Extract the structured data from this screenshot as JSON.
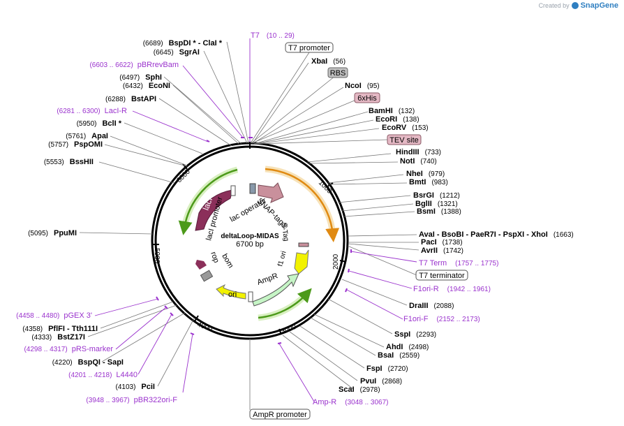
{
  "branding": {
    "created_by": "Created by",
    "product": "SnapGene"
  },
  "plasmid": {
    "name": "deltaLoop-MIDAS",
    "size_label": "6700 bp",
    "length": 6700
  },
  "ticks": [
    "1000",
    "2000",
    "3000",
    "4000",
    "5000",
    "6000"
  ],
  "enzymes_right": [
    {
      "name": "XbaI",
      "pos": "(56)"
    },
    {
      "name": "NcoI",
      "pos": "(95)"
    },
    {
      "name": "BamHI",
      "pos": "(132)"
    },
    {
      "name": "EcoRI",
      "pos": "(138)"
    },
    {
      "name": "EcoRV",
      "pos": "(153)"
    },
    {
      "name": "HindIII",
      "pos": "(733)"
    },
    {
      "name": "NotI",
      "pos": "(740)"
    },
    {
      "name": "NheI",
      "pos": "(979)"
    },
    {
      "name": "BmtI",
      "pos": "(983)"
    },
    {
      "name": "BsrGI",
      "pos": "(1212)"
    },
    {
      "name": "BglII",
      "pos": "(1321)"
    },
    {
      "name": "BsmI",
      "pos": "(1388)"
    },
    {
      "name": "AvaI - BsoBI - PaeR7I - PspXI - XhoI",
      "pos": "(1663)"
    },
    {
      "name": "PacI",
      "pos": "(1738)"
    },
    {
      "name": "AvrII",
      "pos": "(1742)"
    },
    {
      "name": "DraIII",
      "pos": "(2088)"
    },
    {
      "name": "SspI",
      "pos": "(2293)"
    },
    {
      "name": "AhdI",
      "pos": "(2498)"
    },
    {
      "name": "BsaI",
      "pos": "(2559)"
    },
    {
      "name": "FspI",
      "pos": "(2720)"
    },
    {
      "name": "PvuI",
      "pos": "(2868)"
    },
    {
      "name": "ScaI",
      "pos": "(2978)"
    }
  ],
  "enzymes_left": [
    {
      "name": "BspDI * - ClaI *",
      "pos": "(6689)"
    },
    {
      "name": "SgrAI",
      "pos": "(6645)"
    },
    {
      "name": "SphI",
      "pos": "(6497)"
    },
    {
      "name": "EcoNI",
      "pos": "(6432)"
    },
    {
      "name": "BstAPI",
      "pos": "(6288)"
    },
    {
      "name": "BclI *",
      "pos": "(5950)"
    },
    {
      "name": "ApaI",
      "pos": "(5761)"
    },
    {
      "name": "PspOMI",
      "pos": "(5757)"
    },
    {
      "name": "BssHII",
      "pos": "(5553)"
    },
    {
      "name": "PpuMI",
      "pos": "(5095)"
    },
    {
      "name": "PflFI - Tth111I",
      "pos": "(4358)"
    },
    {
      "name": "BstZ17I",
      "pos": "(4333)"
    },
    {
      "name": "BspQI - SapI",
      "pos": "(4220)"
    },
    {
      "name": "PciI",
      "pos": "(4103)"
    }
  ],
  "primers": [
    {
      "name": "T7",
      "range": "(10 .. 29)"
    },
    {
      "name": "pBRrevBam",
      "range": "(6603 .. 6622)"
    },
    {
      "name": "LacI-R",
      "range": "(6281 .. 6300)"
    },
    {
      "name": "T7 Term",
      "range": "(1757 .. 1775)"
    },
    {
      "name": "F1ori-R",
      "range": "(1942 .. 1961)"
    },
    {
      "name": "F1ori-F",
      "range": "(2152 .. 2173)"
    },
    {
      "name": "Amp-R",
      "range": "(3048 .. 3067)"
    },
    {
      "name": "pGEX 3'",
      "range": "(4458 .. 4480)"
    },
    {
      "name": "pRS-marker",
      "range": "(4298 .. 4317)"
    },
    {
      "name": "L4440",
      "range": "(4201 .. 4218)"
    },
    {
      "name": "pBR322ori-F",
      "range": "(3948 .. 3967)"
    }
  ],
  "boxed_features": [
    {
      "name": "T7 promoter",
      "style": "outline"
    },
    {
      "name": "RBS",
      "style": "grey"
    },
    {
      "name": "6xHis",
      "style": "pink"
    },
    {
      "name": "TEV site",
      "style": "pink"
    },
    {
      "name": "T7 terminator",
      "style": "outline"
    },
    {
      "name": "AmpR promoter",
      "style": "outline"
    }
  ],
  "inner_features": {
    "laci": "lacI",
    "laci_promoter": "lacI promoter",
    "lac_operator": "lac operator",
    "snap_tag": "SNAP-tag®",
    "s_tag": "S-Tag",
    "f1_ori": "f1 ori",
    "ampr": "AmpR",
    "ori": "ori",
    "rop": "rop",
    "bom": "bom"
  },
  "colors": {
    "primer": "#9a32cd",
    "text": "#000000",
    "laci": "#8b2f5a",
    "snap": "#c9909c",
    "yellow": "#f2f200",
    "ampr": "#c6f5c6",
    "orf_green": "#4c9a1a",
    "orf_orange": "#e08a12"
  }
}
